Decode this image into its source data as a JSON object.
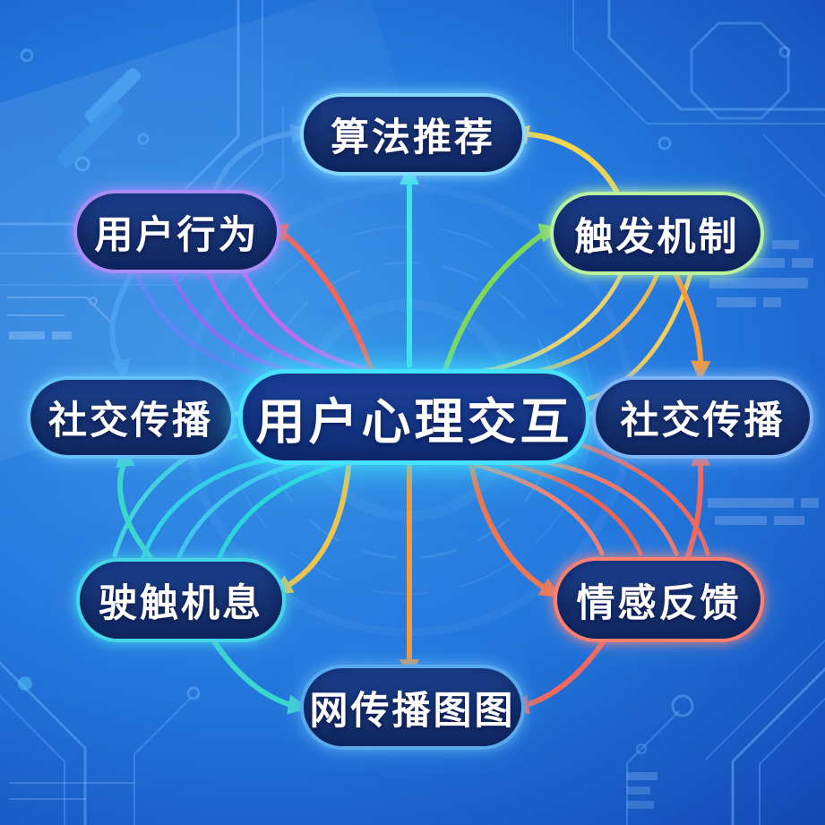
{
  "palette": {
    "cyan": "#3ee6e6",
    "teal": "#3ad8cc",
    "blue": "#4f9bed",
    "sky": "#4aa0f0",
    "green": "#7ed957",
    "yellow": "#f5d44e",
    "gold": "#f0c54a",
    "orange": "#f59a3d",
    "orange_red": "#f0764e",
    "red": "#f2685c",
    "purple": "#9b6ef2",
    "connector": "#cfe2f7"
  },
  "nodes": {
    "center": {
      "label": "用户心理交互",
      "border": "#45e1ff"
    },
    "algorithm": {
      "label": "算法推荐",
      "border": "#86d8ff"
    },
    "user_behavior": {
      "label": "用户行为",
      "border": "#a98df5"
    },
    "trigger": {
      "label": "触发机制",
      "border": "#b9f2a1"
    },
    "social_left": {
      "label": "社交传播",
      "border": "#63c1f7"
    },
    "social_right": {
      "label": "社交传播",
      "border": "#7fb4f5"
    },
    "contact": {
      "label": "驶触机息",
      "border": "#45d7e8"
    },
    "emotion": {
      "label": "情感反馈",
      "border": "#ff7f70"
    },
    "network": {
      "label": "网传播图图",
      "border": "#58a8ee"
    }
  }
}
